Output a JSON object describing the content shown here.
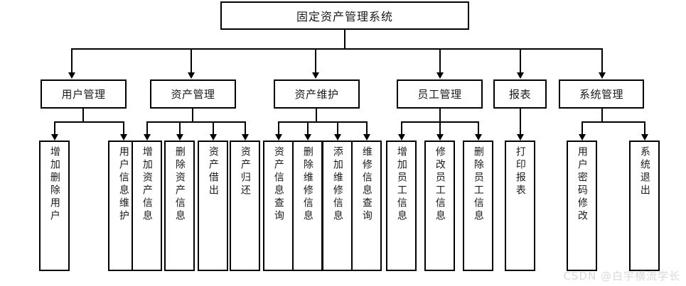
{
  "diagram": {
    "type": "tree",
    "title": "固定资产管理系统",
    "root": {
      "label": "固定资产管理系统"
    },
    "level2": [
      {
        "label": "用户管理"
      },
      {
        "label": "资产管理"
      },
      {
        "label": "资产维护"
      },
      {
        "label": "员工管理"
      },
      {
        "label": "报表"
      },
      {
        "label": "系统管理"
      }
    ],
    "leaves": [
      {
        "label": "增加删除用户",
        "parent": "用户管理"
      },
      {
        "label": "用户信息维护",
        "parent": "用户管理"
      },
      {
        "label": "增加资产信息",
        "parent": "资产管理"
      },
      {
        "label": "删除资产信息",
        "parent": "资产管理"
      },
      {
        "label": "资产借出",
        "parent": "资产管理"
      },
      {
        "label": "资产归还",
        "parent": "资产管理"
      },
      {
        "label": "资产信息查询",
        "parent": "资产维护"
      },
      {
        "label": "删除维修信息",
        "parent": "资产维护"
      },
      {
        "label": "添加维修信息",
        "parent": "资产维护"
      },
      {
        "label": "维修信息查询",
        "parent": "资产维护"
      },
      {
        "label": "增加员工信息",
        "parent": "员工管理"
      },
      {
        "label": "修改员工信息",
        "parent": "员工管理"
      },
      {
        "label": "删除员工信息",
        "parent": "员工管理"
      },
      {
        "label": "打印报表",
        "parent": "报表"
      },
      {
        "label": "用户密码修改",
        "parent": "系统管理"
      },
      {
        "label": "系统退出",
        "parent": "系统管理"
      }
    ]
  },
  "watermark": {
    "text": "CSDN @白宇横流学长"
  },
  "colors": {
    "background": "#ffffff",
    "line": "#000000",
    "text": "#1a1a1a",
    "watermark": "#d9d9d9"
  }
}
